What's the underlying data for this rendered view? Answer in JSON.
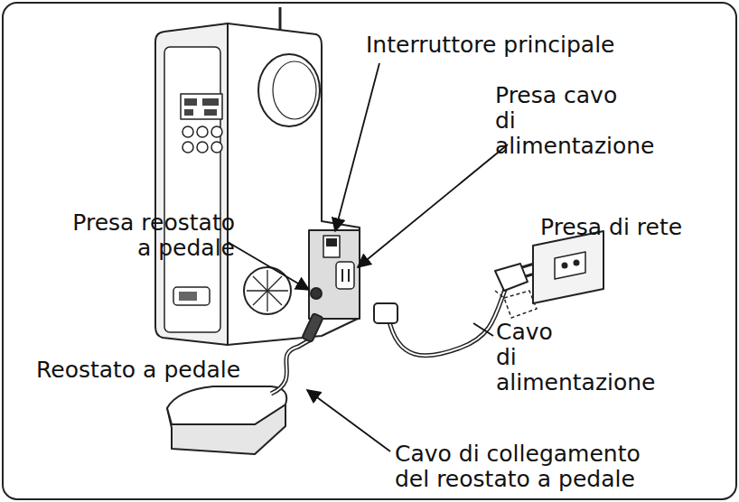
{
  "diagram": {
    "labels": [
      "Interruttore principale",
      "Presa cavo di alimentazione",
      "Presa di rete",
      "Presa reostato a pedale",
      "Cavo di alimentazione",
      "Reostato a pedale",
      "Cavo di collegamento del reostato a pedale"
    ]
  }
}
